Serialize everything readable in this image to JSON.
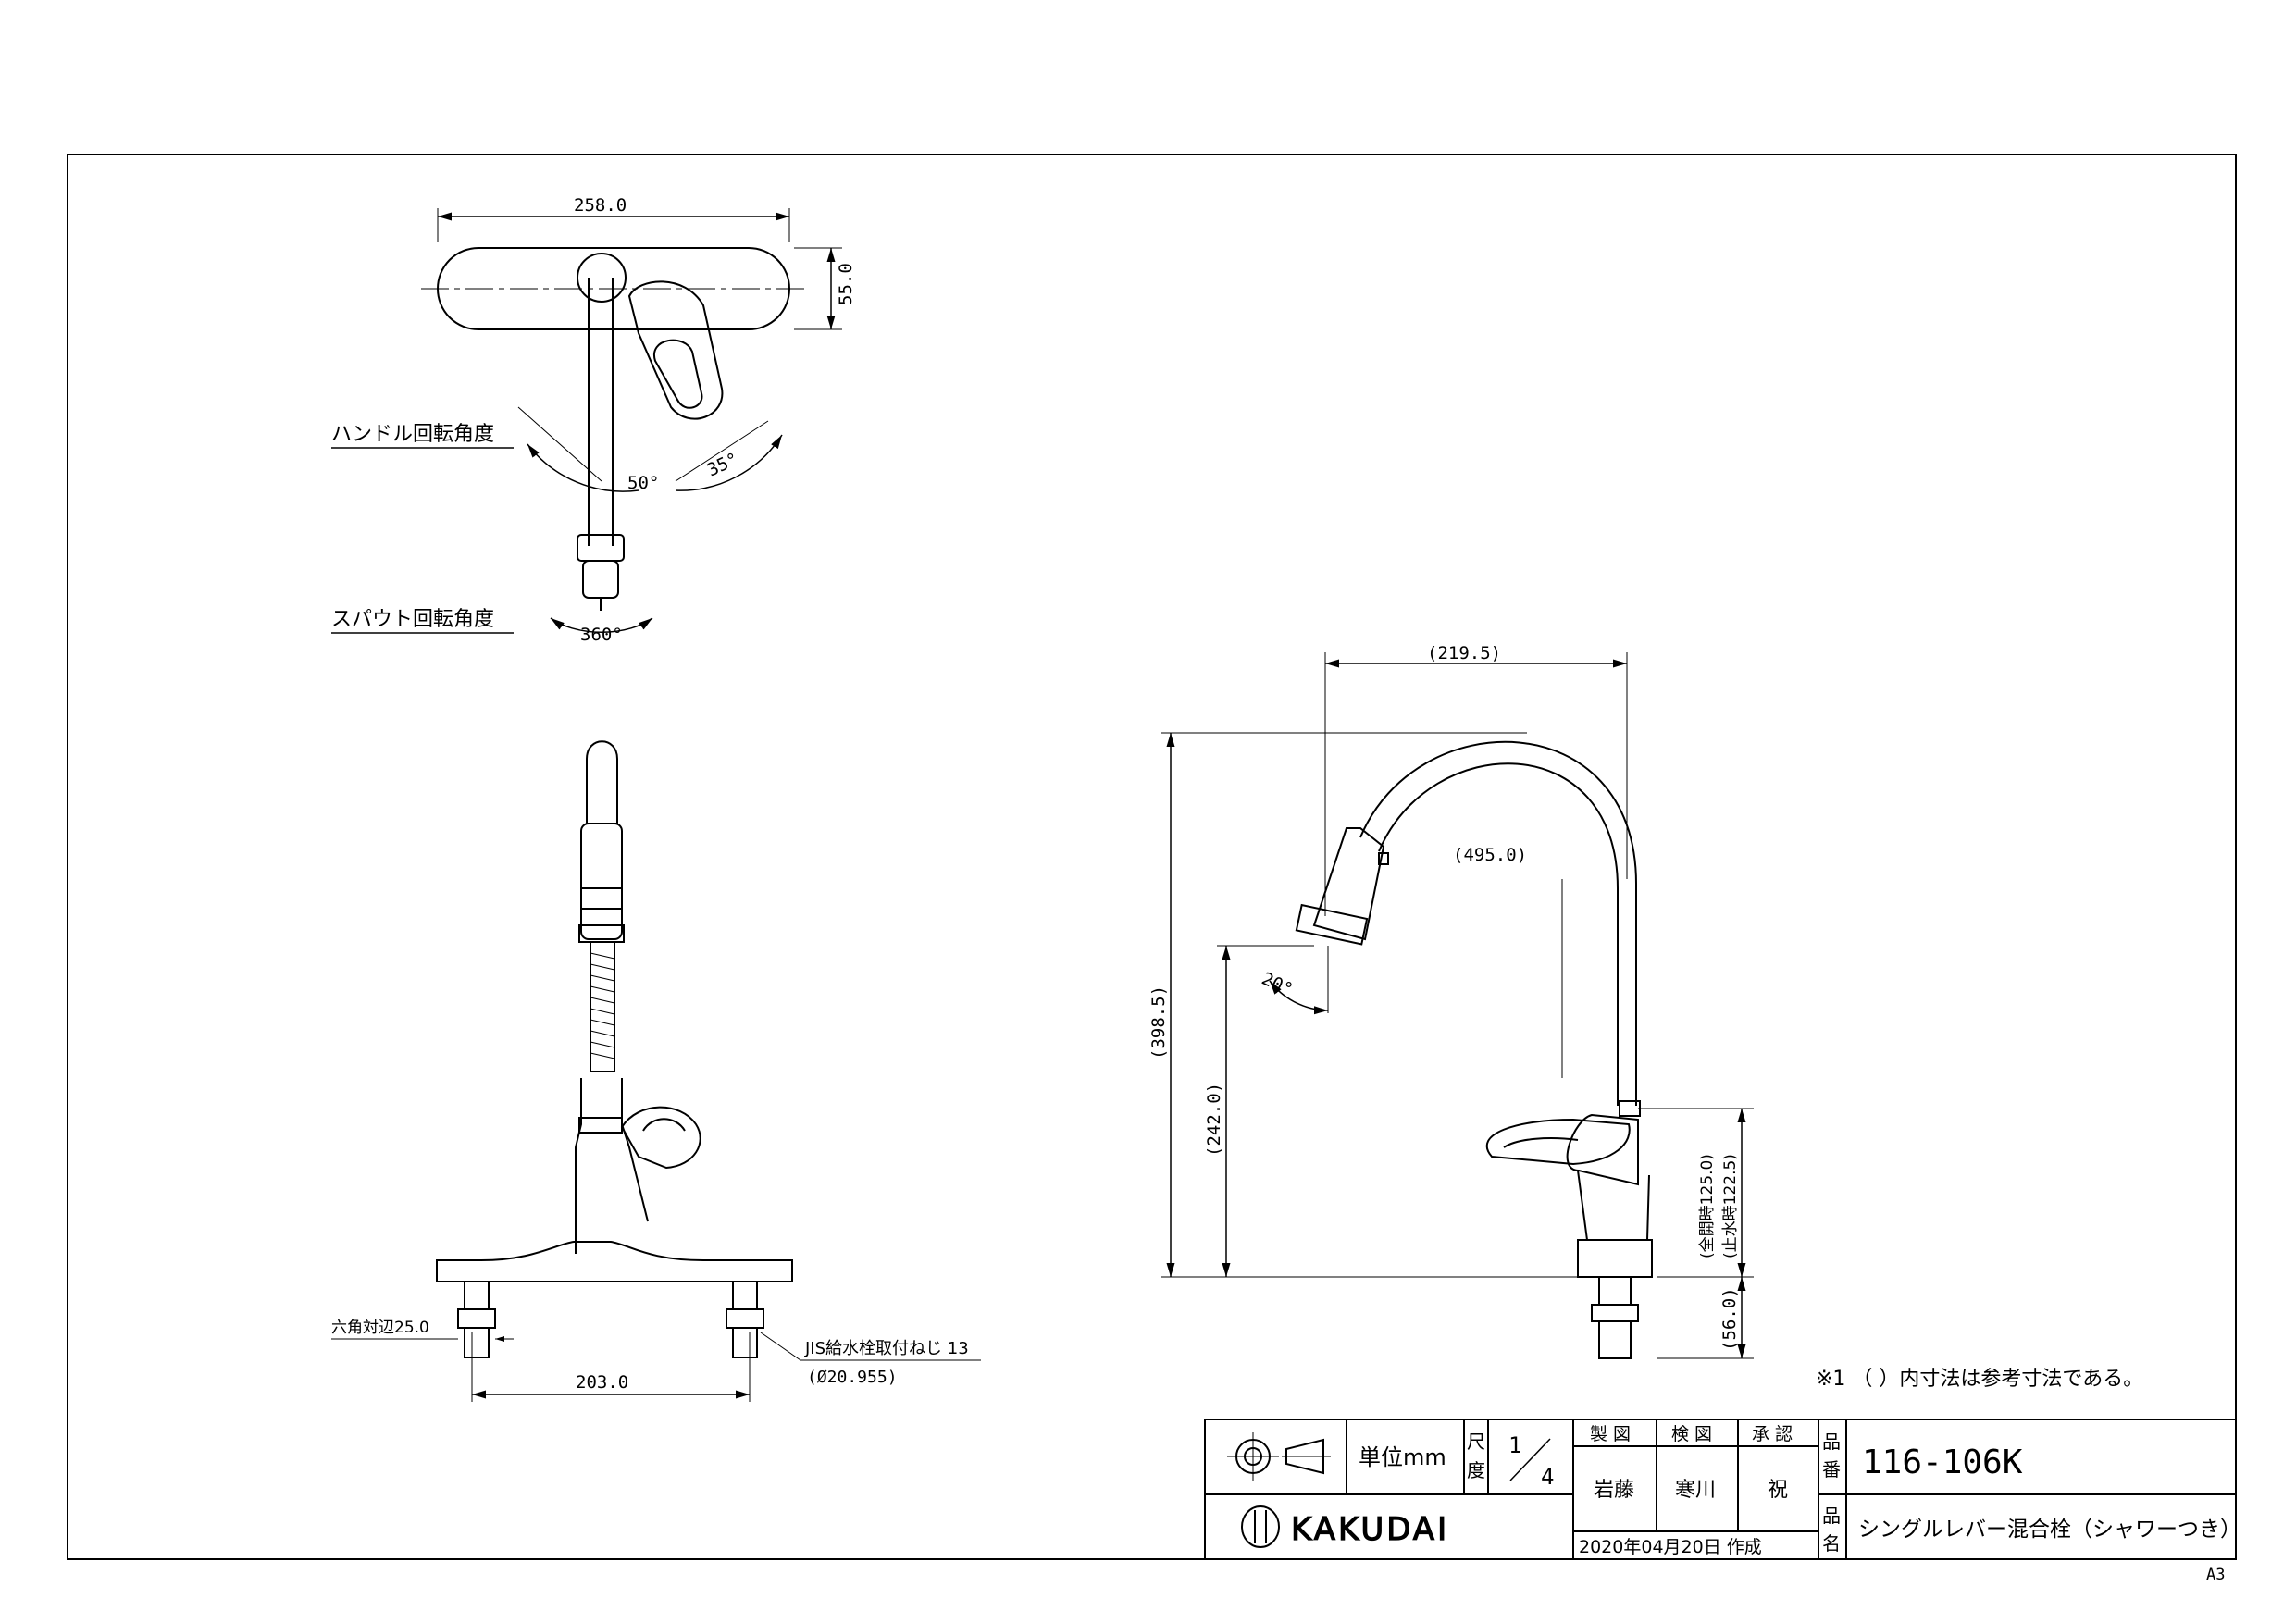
{
  "dims": {
    "top_width": "258.0",
    "top_depth": "55.0",
    "handle_left": "50°",
    "handle_right": "35°",
    "spout_rotation": "360°",
    "side_reach": "(219.5)",
    "side_spout_inner": "(495.0)",
    "side_height": "(398.5)",
    "side_spout_height": "(242.0)",
    "side_angle": "20°",
    "side_full_open": "(全開時125.0)",
    "side_stop": "(止水時122.5)",
    "side_base": "(56.0)",
    "front_pitch": "203.0",
    "front_hex": "六角対辺25.0",
    "front_thread": "JIS給水栓取付ねじ 13",
    "front_thread_dia": "(Ø20.955)"
  },
  "labels": {
    "handle_angle": "ハンドル回転角度",
    "spout_angle": "スパウト回転角度",
    "note": "※1 （ ）内寸法は参考寸法である。",
    "sheet_size": "A3"
  },
  "title_block": {
    "unit_label": "単位mm",
    "scale_label_1": "尺",
    "scale_label_2": "度",
    "scale_num": "1",
    "scale_den": "4",
    "role_draw": "製 図",
    "role_check": "検 図",
    "role_approve": "承 認",
    "name_draw": "岩藤",
    "name_check": "寒川",
    "name_approve": "祝",
    "date_text": "2020年04月20日 作成",
    "part_no_label_1": "品",
    "part_no_label_2": "番",
    "part_no": "116-106K",
    "part_name_label_1": "品",
    "part_name_label_2": "名",
    "part_name": "シングルレバー混合栓（シャワーつき）",
    "company": "KAKUDAI"
  },
  "colors": {
    "line": "#000000",
    "paper": "#ffffff"
  }
}
